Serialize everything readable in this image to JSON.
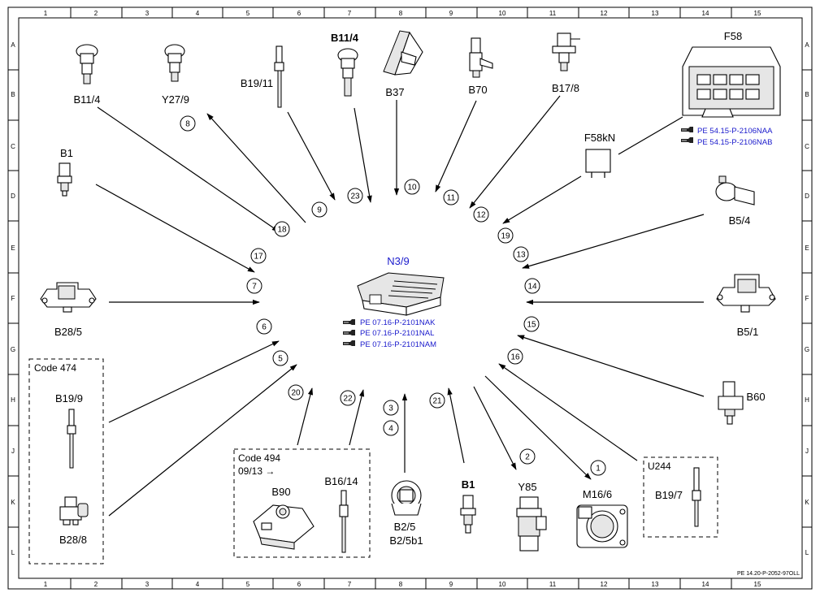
{
  "grid": {
    "columns": [
      "1",
      "2",
      "3",
      "4",
      "5",
      "6",
      "7",
      "8",
      "9",
      "10",
      "11",
      "12",
      "13",
      "14",
      "15"
    ],
    "rows": [
      "A",
      "B",
      "C",
      "D",
      "E",
      "F",
      "G",
      "H",
      "J",
      "K",
      "L"
    ]
  },
  "center": {
    "label": "N3/9",
    "refs": [
      "PE 07.16-P-2101NAK",
      "PE 07.16-P-2101NAL",
      "PE 07.16-P-2101NAM"
    ]
  },
  "components": {
    "b11_4_left": "B11/4",
    "y27_9": "Y27/9",
    "b19_11": "B19/11",
    "b11_4_top": "B11/4",
    "b37": "B37",
    "b70": "B70",
    "b17_8": "B17/8",
    "f58": "F58",
    "f58_refs": [
      "PE 54.15-P-2106NAA",
      "PE 54.15-P-2106NAB"
    ],
    "f58kn": "F58kN",
    "b1_left": "B1",
    "b5_4": "B5/4",
    "b28_5": "B28/5",
    "b5_1": "B5/1",
    "b60": "B60",
    "b19_9": "B19/9",
    "b28_8": "B28/8",
    "b90": "B90",
    "b16_14": "B16/14",
    "b2_5": "B2/5",
    "b2_5b1": "B2/5b1",
    "b1_bottom": "B1",
    "y85": "Y85",
    "m16_6": "M16/6",
    "b19_7": "B19/7"
  },
  "code_boxes": {
    "code474": "Code 474",
    "code494": "Code 494",
    "code494_sub": "09/13 →",
    "u244": "U244"
  },
  "badges": [
    "1",
    "2",
    "3",
    "4",
    "5",
    "6",
    "7",
    "8",
    "9",
    "10",
    "11",
    "12",
    "13",
    "14",
    "15",
    "16",
    "17",
    "18",
    "19",
    "20",
    "21",
    "22",
    "23"
  ],
  "doc_id": "PE 14.20-P-2052-97OLL",
  "colors": {
    "reference_link": "#1a1acc",
    "line": "#000000"
  }
}
